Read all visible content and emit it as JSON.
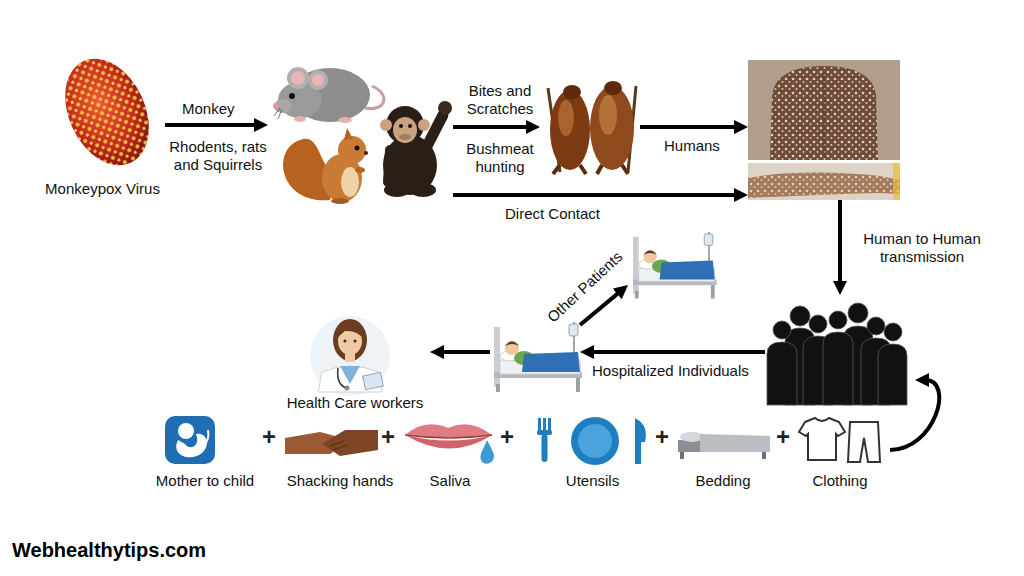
{
  "diagram": {
    "nodes": [
      {
        "text": [
          "Monkeypox Virus"
        ]
      },
      {
        "text": []
      },
      {
        "text": []
      },
      {
        "text": []
      },
      {
        "text": []
      },
      {
        "text": []
      },
      {
        "text": []
      },
      {
        "text": [
          "Health Care workers"
        ]
      },
      {
        "text": [
          "Mother to child"
        ]
      },
      {
        "text": [
          "Shacking hands"
        ]
      },
      {
        "text": [
          "Saliva"
        ]
      },
      {
        "text": [
          "Utensils"
        ]
      },
      {
        "text": [
          "Bedding"
        ]
      },
      {
        "text": [
          "Clothing"
        ]
      }
    ],
    "edges": [
      {
        "from": 0,
        "to": 1,
        "label": "Monkey",
        "arrow": "to"
      },
      {
        "from": 1,
        "to": 2,
        "label": "Bites and Scratches",
        "arrow": "to"
      },
      {
        "from": 2,
        "to": 3,
        "label": "Humans",
        "arrow": "to"
      },
      {
        "from": 1,
        "to": 3,
        "label": "Direct Contact",
        "arrow": "to"
      },
      {
        "from": 3,
        "to": 4,
        "label": "Human to Human transmission",
        "arrow": "to"
      },
      {
        "from": 4,
        "to": 5,
        "label": "Hospitalized Individuals",
        "arrow": "to"
      },
      {
        "from": 5,
        "to": 6,
        "label": "Other Patients",
        "arrow": "to"
      },
      {
        "from": 5,
        "to": 7,
        "arrow": "to"
      },
      {
        "from": 13,
        "to": 4,
        "arrow": "to"
      }
    ],
    "labels": [
      "Rhodents, rats and Squirrels",
      "Bushmeat hunting",
      "+",
      "+",
      "+",
      "+",
      "+",
      "Webhealthytips.com"
    ]
  }
}
